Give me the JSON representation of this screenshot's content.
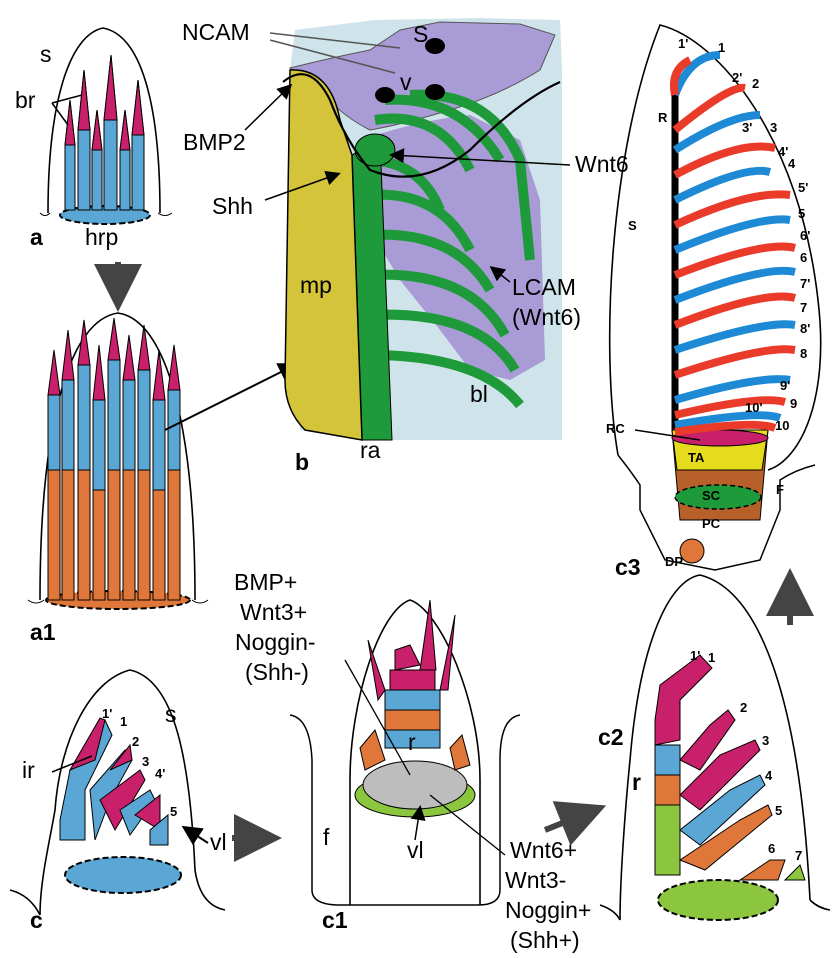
{
  "panels": {
    "a": {
      "label": "a",
      "s": "s",
      "br": "br",
      "hrp": "hrp"
    },
    "a1": {
      "label": "a1"
    },
    "b": {
      "label": "b",
      "ncam": "NCAM",
      "bmp2": "BMP2",
      "shh": "Shh",
      "wnt6": "Wnt6",
      "s": "S",
      "v": "v",
      "mp": "mp",
      "lcam": "LCAM",
      "lcam_sub": "(Wnt6)",
      "bl": "bl",
      "ra": "ra"
    },
    "c": {
      "label": "c",
      "s": "s",
      "ir": "ir",
      "vl": "vl",
      "nums": [
        "1'",
        "1",
        "2",
        "3",
        "4'",
        "5"
      ]
    },
    "c1": {
      "label": "c1",
      "f": "f",
      "r": "r",
      "vl": "vl",
      "top_lines": [
        "BMP+",
        "Wnt3+",
        "Noggin-",
        "(Shh-)"
      ],
      "bottom_lines": [
        "Wnt6+",
        "Wnt3-",
        "Noggin+",
        "(Shh+)"
      ]
    },
    "c2": {
      "label": "c2",
      "r": "r",
      "nums": [
        "1'",
        "1",
        "2",
        "3",
        "4",
        "5",
        "6",
        "7"
      ]
    },
    "c3": {
      "label": "c3",
      "r": "R",
      "s": "S",
      "rc": "RC",
      "ta": "TA",
      "sc": "SC",
      "f": "F",
      "pc": "PC",
      "dp": "DP",
      "nums": [
        "1'",
        "1",
        "2'",
        "2",
        "3'",
        "3",
        "4'",
        "4",
        "5'",
        "5",
        "6'",
        "6",
        "7'",
        "7",
        "8'",
        "8",
        "9'",
        "9",
        "10'",
        "10"
      ]
    }
  },
  "colors": {
    "magenta": "#c8206a",
    "blue": "#5aa7d6",
    "orange": "#e0773a",
    "green": "#1e9a3a",
    "lightgreen": "#8cc63f",
    "yellow": "#d4c43a",
    "purple": "#a99bd6",
    "lightblue": "#cfe3ea",
    "red": "#ea3a2a",
    "brown": "#b8602a",
    "gray": "#bdbdbd"
  },
  "icons": [
    "arrow-down-icon",
    "arrow-right-icon",
    "arrow-up-icon"
  ]
}
